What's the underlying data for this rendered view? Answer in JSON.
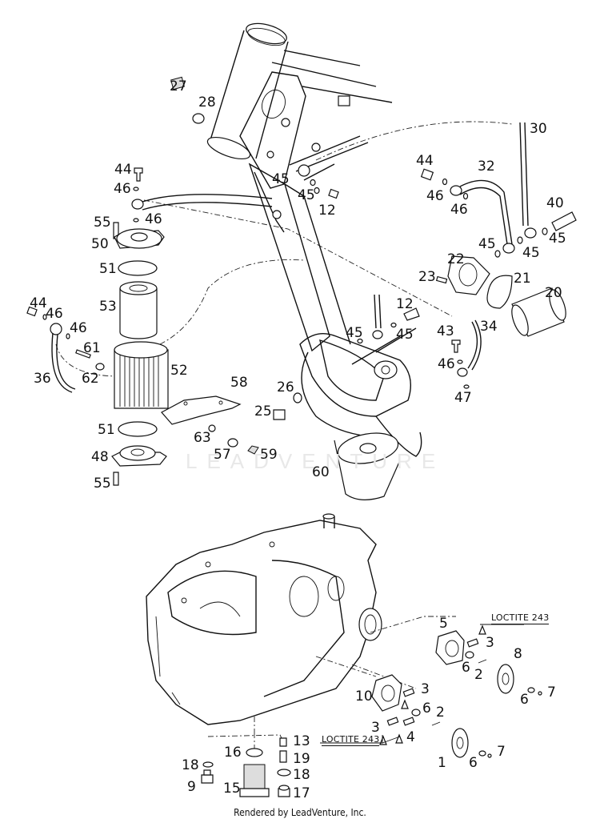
{
  "diagram": {
    "title": "Engine oil system exploded parts diagram",
    "watermark": "LEADVENTURE",
    "footer": "Rendered by LeadVenture, Inc.",
    "notes": [
      {
        "id": "loctite-upper",
        "text": "LOCTITE 243"
      },
      {
        "id": "loctite-lower",
        "text": "LOCTITE 243"
      }
    ],
    "callouts": [
      {
        "label": "27"
      },
      {
        "label": "28"
      },
      {
        "label": "44"
      },
      {
        "label": "46"
      },
      {
        "label": "55"
      },
      {
        "label": "46"
      },
      {
        "label": "50"
      },
      {
        "label": "51"
      },
      {
        "label": "53"
      },
      {
        "label": "44"
      },
      {
        "label": "46"
      },
      {
        "label": "46"
      },
      {
        "label": "61"
      },
      {
        "label": "36"
      },
      {
        "label": "62"
      },
      {
        "label": "52"
      },
      {
        "label": "58"
      },
      {
        "label": "51"
      },
      {
        "label": "63"
      },
      {
        "label": "48"
      },
      {
        "label": "55"
      },
      {
        "label": "45"
      },
      {
        "label": "45"
      },
      {
        "label": "12"
      },
      {
        "label": "30"
      },
      {
        "label": "44"
      },
      {
        "label": "32"
      },
      {
        "label": "46"
      },
      {
        "label": "46"
      },
      {
        "label": "40"
      },
      {
        "label": "45"
      },
      {
        "label": "45"
      },
      {
        "label": "45"
      },
      {
        "label": "22"
      },
      {
        "label": "23"
      },
      {
        "label": "21"
      },
      {
        "label": "20"
      },
      {
        "label": "12"
      },
      {
        "label": "45"
      },
      {
        "label": "45"
      },
      {
        "label": "43"
      },
      {
        "label": "34"
      },
      {
        "label": "46"
      },
      {
        "label": "47"
      },
      {
        "label": "26"
      },
      {
        "label": "25"
      },
      {
        "label": "57"
      },
      {
        "label": "59"
      },
      {
        "label": "60"
      },
      {
        "label": "5"
      },
      {
        "label": "3"
      },
      {
        "label": "8"
      },
      {
        "label": "6"
      },
      {
        "label": "2"
      },
      {
        "label": "6"
      },
      {
        "label": "7"
      },
      {
        "label": "10"
      },
      {
        "label": "3"
      },
      {
        "label": "6"
      },
      {
        "label": "2"
      },
      {
        "label": "3"
      },
      {
        "label": "4"
      },
      {
        "label": "1"
      },
      {
        "label": "6"
      },
      {
        "label": "7"
      },
      {
        "label": "13"
      },
      {
        "label": "16"
      },
      {
        "label": "19"
      },
      {
        "label": "18"
      },
      {
        "label": "18"
      },
      {
        "label": "9"
      },
      {
        "label": "15"
      },
      {
        "label": "17"
      }
    ]
  }
}
